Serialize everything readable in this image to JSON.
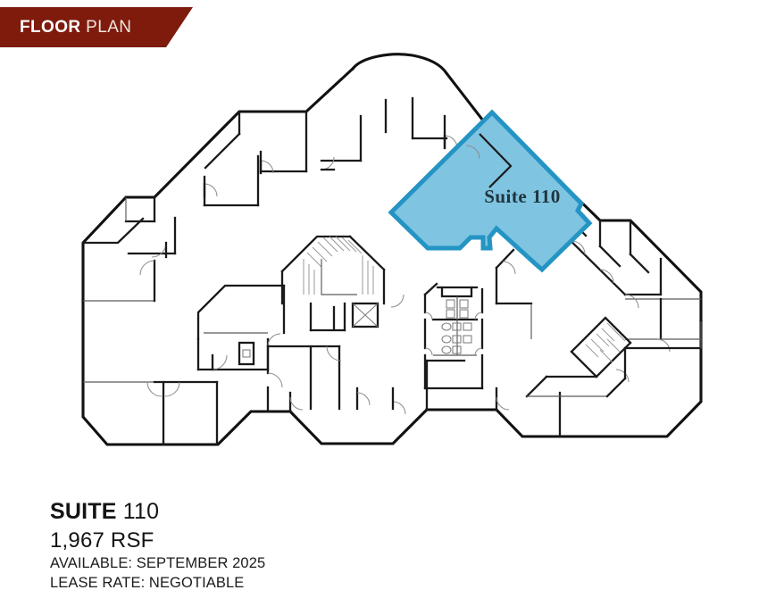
{
  "header": {
    "title_strong": "FLOOR",
    "title_light": " PLAN",
    "banner_color": "#7E1B0D"
  },
  "plan": {
    "highlighted_suite_label": "Suite 110",
    "suite_fill_color": "#7FC4E0",
    "suite_border_color": "#2494C4",
    "wall_color": "#111111"
  },
  "caption": {
    "suite_word": "SUITE",
    "suite_number": " 110",
    "rsf": "1,967 RSF",
    "available": "AVAILABLE: SEPTEMBER 2025",
    "lease_rate": "LEASE RATE: NEGOTIABLE"
  }
}
